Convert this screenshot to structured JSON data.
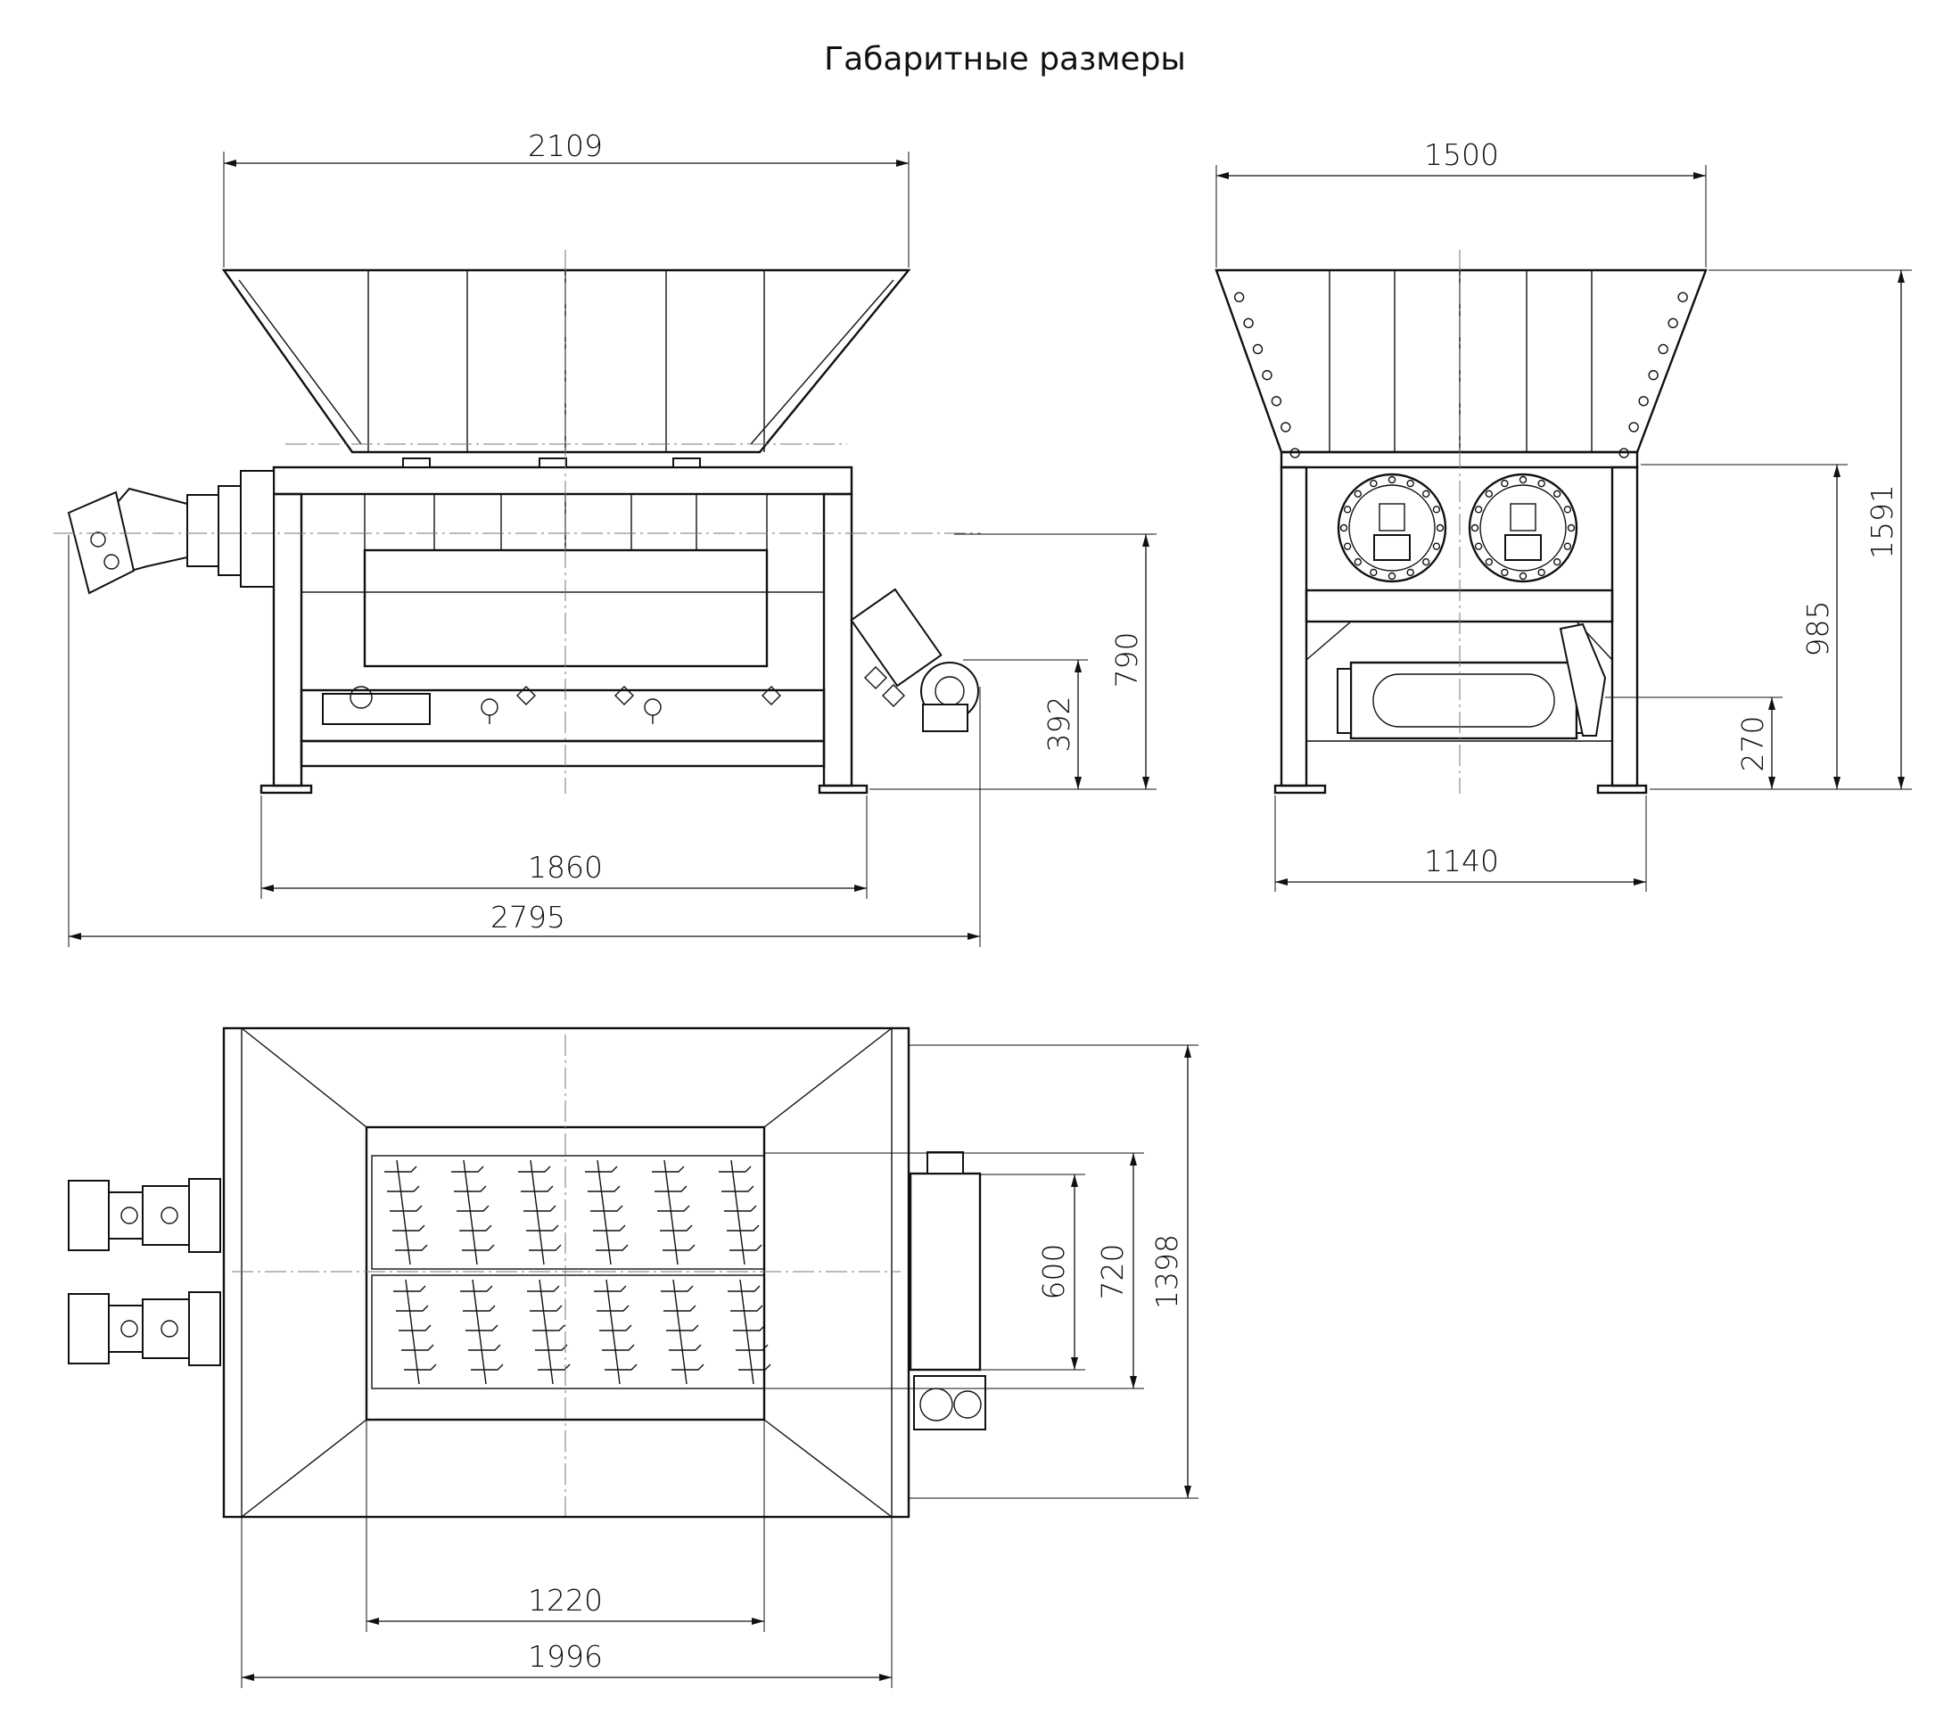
{
  "title": "Габаритные размеры",
  "front_view": {
    "width_hopper": "2109",
    "width_feet": "1860",
    "width_overall": "2795",
    "height_axis": "790",
    "height_outlet": "392"
  },
  "side_view": {
    "width_hopper": "1500",
    "width_feet": "1140",
    "height_overall": "1591",
    "height_frame": "985",
    "height_outlet": "270"
  },
  "top_view": {
    "depth_overall": "1398",
    "depth_chamber": "720",
    "depth_roller": "600",
    "width_chamber": "1220",
    "width_hopper": "1996"
  }
}
